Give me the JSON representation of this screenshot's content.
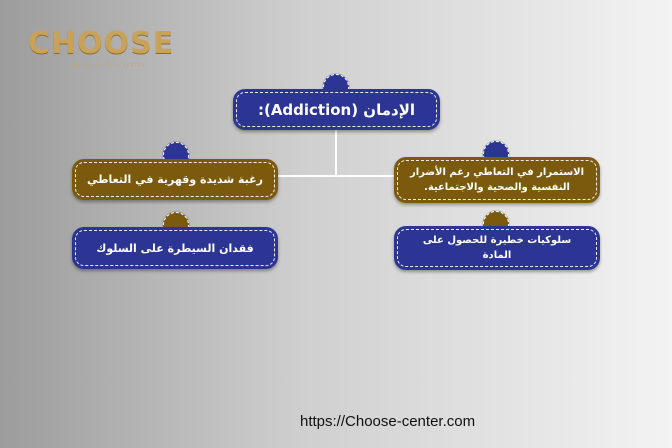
{
  "logo": {
    "text": "CHOOSE",
    "subtitle": "REHABILITATION CENTER"
  },
  "diagram": {
    "root": {
      "label": "الإدمان (Addiction):"
    },
    "left_top": {
      "label": "رغبة شديدة وقهرية في التعاطي"
    },
    "left_bottom": {
      "label": "فقدان السيطرة على السلوك"
    },
    "right_top": {
      "label": "الاستمرار في التعاطي رغم الأضرار النفسية والصحية والاجتماعية."
    },
    "right_bottom": {
      "label": "سلوكيات خطيرة للحصول على المادة"
    }
  },
  "footer": {
    "url": "https://Choose-center.com"
  },
  "colors": {
    "blue": "#2c3594",
    "gold": "#7b5a0e",
    "connector": "#ffffff"
  }
}
